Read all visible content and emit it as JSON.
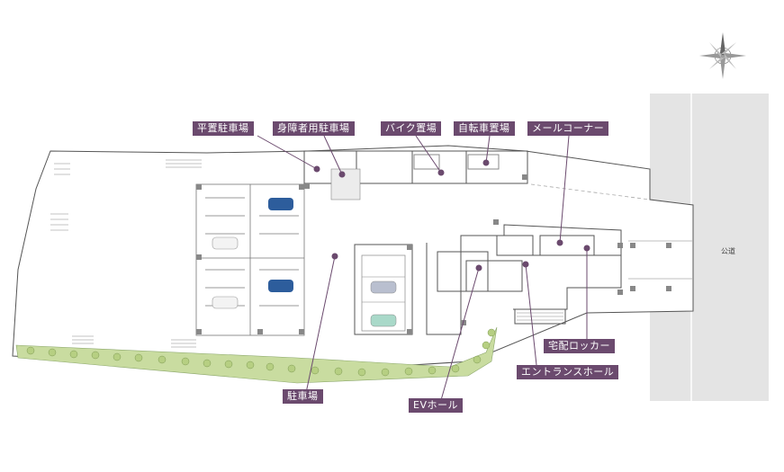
{
  "labels": {
    "flat_parking": "平置駐車場",
    "accessible_parking": "身障者用駐車場",
    "bike_parking": "バイク置場",
    "bicycle_parking": "自転車置場",
    "mail_corner": "メールコーナー",
    "parking": "駐車場",
    "ev_hall": "EVホール",
    "delivery_locker": "宅配ロッカー",
    "entrance_hall": "エントランスホール",
    "public_road": "公道"
  },
  "colors": {
    "label_bg": "#6b4a6e",
    "label_text": "#ffffff",
    "leader_line": "#6b4a6e",
    "road_fill": "#e4e4e4",
    "wall": "#555555",
    "greenery": "#c9dca0",
    "car_blue": "#2d5d9c",
    "car_white": "#f3f3f3",
    "car_silver": "#b9bfcf",
    "car_green": "#a9d9c9"
  },
  "icons": {
    "compass": "compass-rose-icon"
  }
}
